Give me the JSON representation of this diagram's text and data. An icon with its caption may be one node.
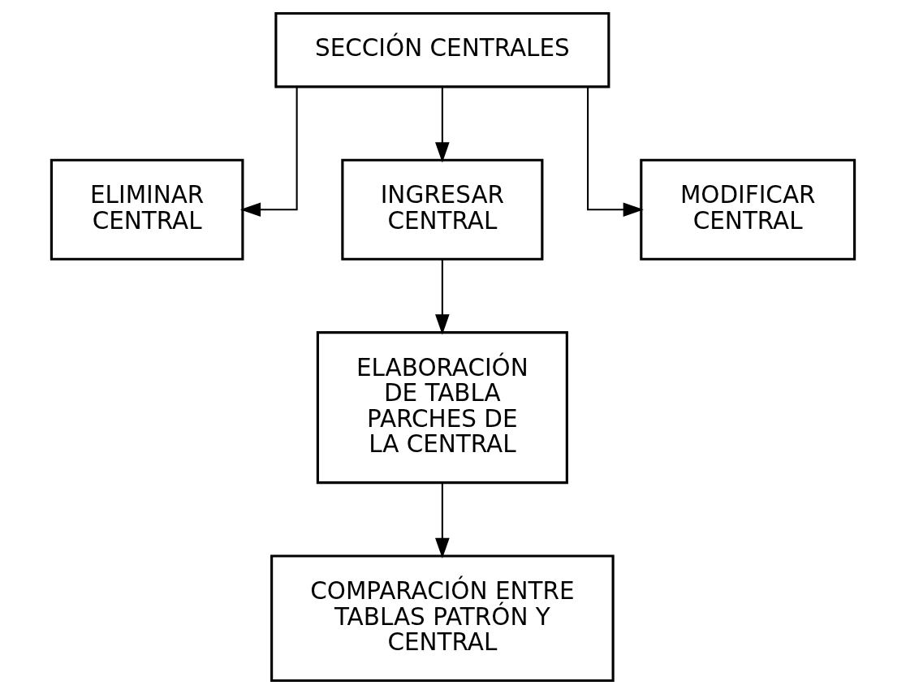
{
  "diagram": {
    "nodes": [
      {
        "text": [
          "SECCIÓN CENTRALES"
        ]
      },
      {
        "text": [
          "ELIMINAR CENTRAL"
        ]
      },
      {
        "text": [
          "INGRESAR CENTRAL"
        ]
      },
      {
        "text": [
          "MODIFICAR CENTRAL"
        ]
      },
      {
        "text": [
          "ELABORACIÓN DE TABLA PARCHES DE LA CENTRAL"
        ]
      },
      {
        "text": [
          "COMPARACIÓN ENTRE TABLAS PATRÓN Y CENTRAL"
        ]
      }
    ],
    "edges": [
      {
        "from": 0,
        "to": 1,
        "arrow": "to"
      },
      {
        "from": 0,
        "to": 2,
        "arrow": "to"
      },
      {
        "from": 0,
        "to": 3,
        "arrow": "to"
      },
      {
        "from": 2,
        "to": 4,
        "arrow": "to"
      },
      {
        "from": 4,
        "to": 5,
        "arrow": "to"
      }
    ]
  }
}
